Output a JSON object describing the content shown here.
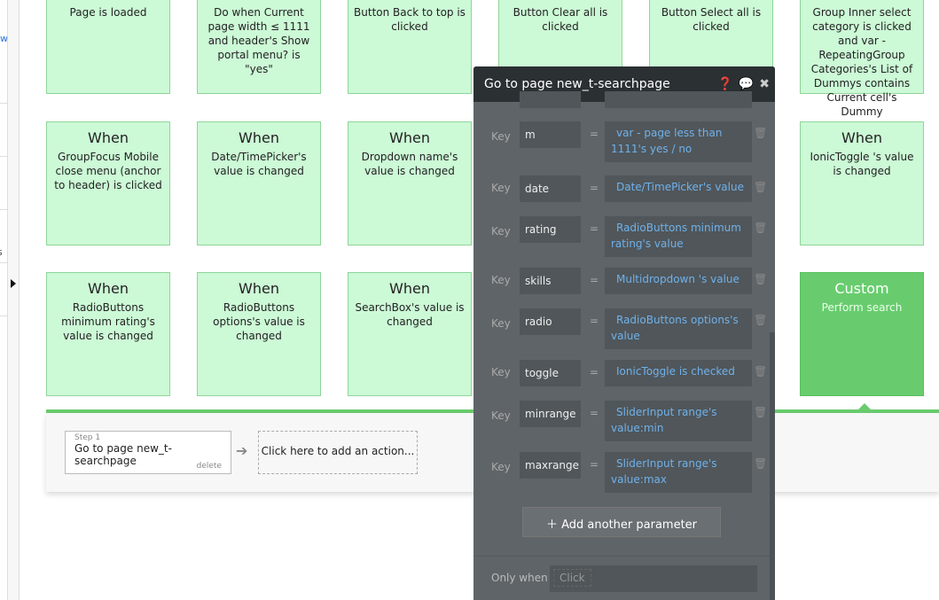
{
  "sidebar": {
    "fragment_top": "w",
    "fragment_mid": "s"
  },
  "cards": [
    {
      "when": "",
      "desc": "Page is loaded"
    },
    {
      "when": "",
      "desc": "Do when Current page width ≤ 1111 and header's Show portal menu? is \"yes\""
    },
    {
      "when": "",
      "desc": "Button Back to top is clicked"
    },
    {
      "when": "",
      "desc": "Button Clear all is clicked"
    },
    {
      "when": "",
      "desc": "Button Select all is clicked"
    },
    {
      "when": "",
      "desc": "Group Inner select category is clicked and var - RepeatingGroup Categories's List of Dummys contains Current cell's Dummy"
    },
    {
      "when": "When",
      "desc": "GroupFocus Mobile close menu (anchor to header) is clicked"
    },
    {
      "when": "When",
      "desc": "Date/TimePicker's value is changed"
    },
    {
      "when": "When",
      "desc": "Dropdown name's value is changed"
    },
    {
      "when": "When",
      "desc": "IonicToggle 's value is changed"
    },
    {
      "when": "When",
      "desc": "RadioButtons minimum rating's value is changed"
    },
    {
      "when": "When",
      "desc": "RadioButtons options's value is changed"
    },
    {
      "when": "When",
      "desc": "SearchBox's value is changed"
    },
    {
      "when": "Custom",
      "desc": "Perform search"
    }
  ],
  "actions": {
    "step_label": "Step 1",
    "step_title": "Go to page new_t-searchpage",
    "delete": "delete",
    "add_action": "Click here to add an action..."
  },
  "popup": {
    "title": "Go to page new_t-searchpage",
    "key_label": "Key",
    "eq": "=",
    "params": [
      {
        "key": "m",
        "value": "var - page less than 1111's yes / no"
      },
      {
        "key": "date",
        "value": "Date/TimePicker's value"
      },
      {
        "key": "rating",
        "value": "RadioButtons minimum rating's value"
      },
      {
        "key": "skills",
        "value": "Multidropdown 's value"
      },
      {
        "key": "radio",
        "value": "RadioButtons options's value"
      },
      {
        "key": "toggle",
        "value": "IonicToggle is checked"
      },
      {
        "key": "minrange",
        "value": "SliderInput range's value:min"
      },
      {
        "key": "maxrange",
        "value": "SliderInput range's value:max"
      }
    ],
    "add_param": "Add another parameter",
    "only_when": "Only when",
    "only_when_placeholder": "Click"
  }
}
